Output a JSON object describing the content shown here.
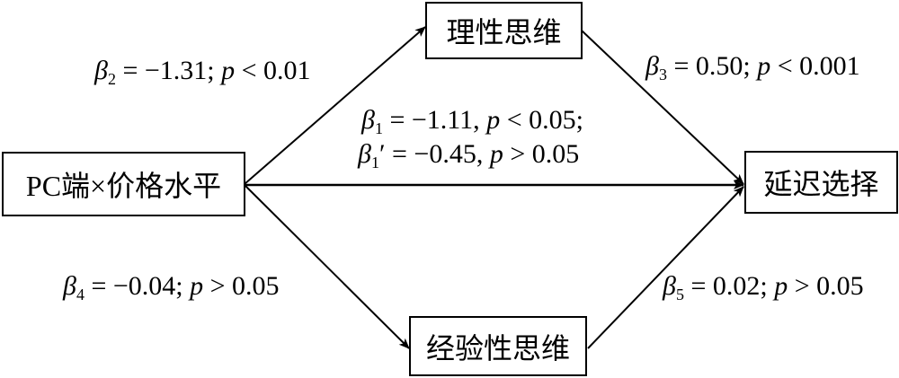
{
  "nodes": {
    "source": "PC端×价格水平",
    "rational": "理性思维",
    "experiential": "经验性思维",
    "outcome": "延迟选择"
  },
  "paths": {
    "b2": {
      "sym": "β",
      "sub": "2",
      "text": " = −1.31; ",
      "p": "p",
      "rest": " < 0.01"
    },
    "b3": {
      "sym": "β",
      "sub": "3",
      "text": " = 0.50; ",
      "p": "p",
      "rest": " < 0.001"
    },
    "b1": {
      "sym": "β",
      "sub": "1",
      "text": " = −1.11, ",
      "p": "p",
      "rest": " < 0.05;"
    },
    "b1p": {
      "sym": "β",
      "sub": "1",
      "text": "′ = −0.45, ",
      "p": "p",
      "rest": " > 0.05"
    },
    "b4": {
      "sym": "β",
      "sub": "4",
      "text": " = −0.04; ",
      "p": "p",
      "rest": " > 0.05"
    },
    "b5": {
      "sym": "β",
      "sub": "5",
      "text": " = 0.02; ",
      "p": "p",
      "rest": " > 0.05"
    }
  }
}
